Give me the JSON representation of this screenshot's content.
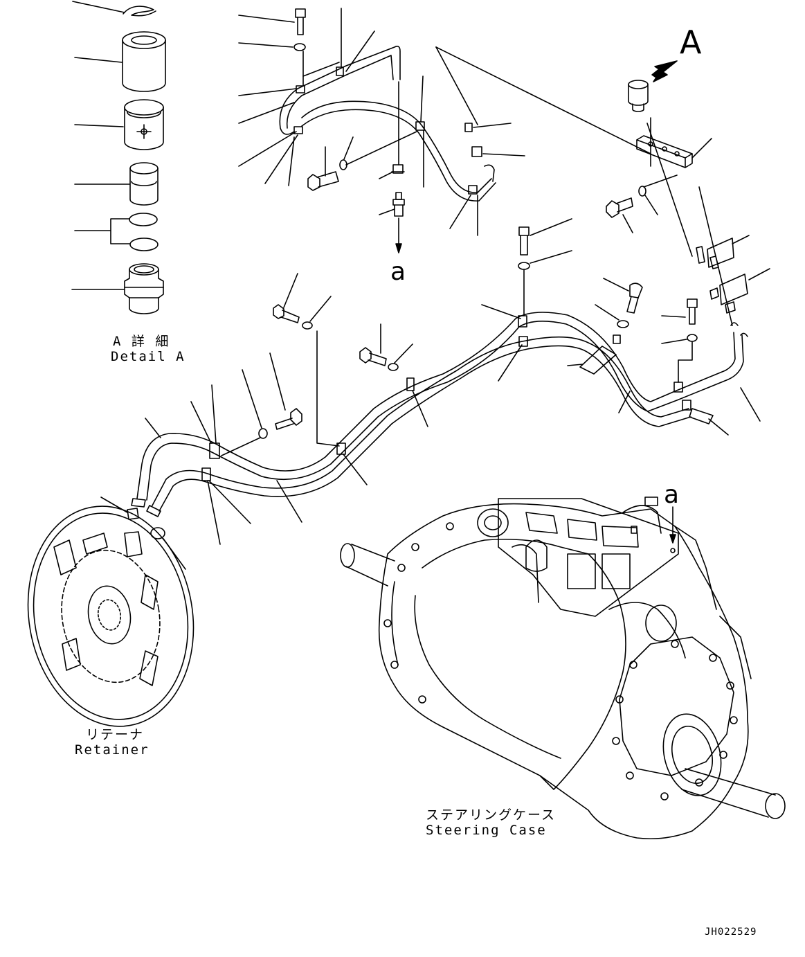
{
  "callouts": {
    "view_arrow_label": "A",
    "connection_label_top": "a",
    "connection_label_case": "a"
  },
  "labels": {
    "detail_jp": "A 詳 細",
    "detail_en": "Detail A",
    "retainer_jp": "リテーナ",
    "retainer_en": "Retainer",
    "steering_jp": "ステアリングケース",
    "steering_en": "Steering Case"
  },
  "drawing_number": "JH022529"
}
